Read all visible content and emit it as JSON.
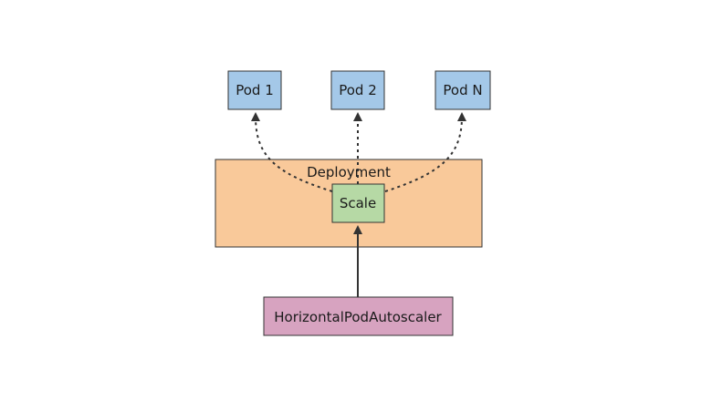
{
  "diagram": {
    "colors": {
      "pod_fill": "#a4c8e8",
      "deployment_fill": "#f9c99a",
      "scale_fill": "#b6d9a5",
      "hpa_fill": "#d7a3c0",
      "stroke": "#333333"
    },
    "pods": [
      {
        "label": "Pod 1"
      },
      {
        "label": "Pod 2"
      },
      {
        "label": "Pod N"
      }
    ],
    "deployment": {
      "label": "Deployment"
    },
    "scale": {
      "label": "Scale"
    },
    "hpa": {
      "label": "HorizontalPodAutoscaler"
    },
    "edges": [
      {
        "from": "scale",
        "to": "Pod 1",
        "style": "dotted"
      },
      {
        "from": "scale",
        "to": "Pod 2",
        "style": "dotted"
      },
      {
        "from": "scale",
        "to": "Pod N",
        "style": "dotted"
      },
      {
        "from": "HorizontalPodAutoscaler",
        "to": "scale",
        "style": "solid"
      }
    ]
  }
}
